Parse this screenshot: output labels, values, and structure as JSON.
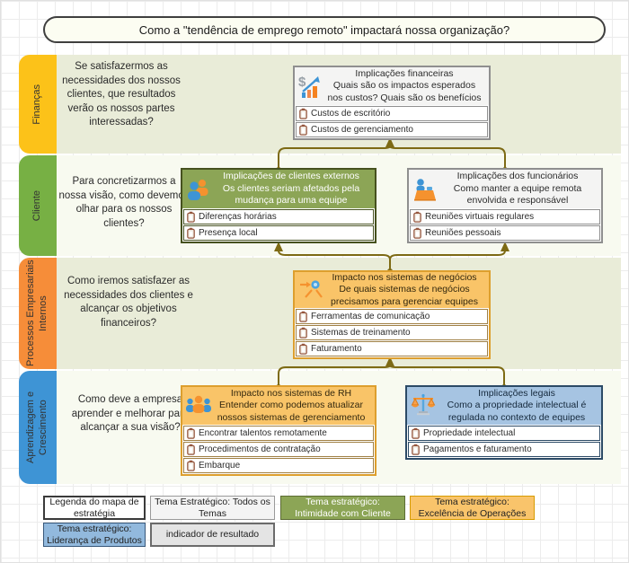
{
  "title": "Como a \"tendência de emprego remoto\" impactará nossa organização?",
  "rows": [
    {
      "label": "Finanças",
      "tab_color": "#FCC219",
      "question": "Se satisfazermos as necessidades dos nossos clientes, que resultados verão os nossos partes interessadas?"
    },
    {
      "label": "Cliente",
      "tab_color": "#77B044",
      "question": "Para concretizarmos a nossa visão, como devemos olhar para os nossos clientes?"
    },
    {
      "label": "Processos Empresariais Internos",
      "tab_color": "#F68D39",
      "question": "Como iremos satisfazer as necessidades dos clientes e alcançar os objetivos financeiros?"
    },
    {
      "label": "Aprendizagem e Crescimento",
      "tab_color": "#3E94D5",
      "question": "Como deve a empresa aprender e melhorar para alcançar a sua visão?"
    }
  ],
  "boxes": {
    "financeiras": {
      "title": "Implicações financeiras",
      "desc": "Quais são os impactos esperados nos custos? Quais são os benefícios",
      "icon": "finance-chart-icon",
      "theme": "all-themes-gray",
      "items": [
        "Custos de escritório",
        "Custos de gerenciamento"
      ]
    },
    "clientes_externos": {
      "title": "Implicações de clientes externos",
      "desc": "Os clientes seriam afetados pela mudança para uma equipe",
      "icon": "customers-icon",
      "theme": "customer-intimacy-green",
      "items": [
        "Diferenças horárias",
        "Presença local"
      ]
    },
    "funcionarios": {
      "title": "Implicações dos funcionários",
      "desc": "Como manter a equipe remota envolvida e responsável",
      "icon": "employee-desk-icon",
      "theme": "all-themes-gray",
      "items": [
        "Reuniões virtuais regulares",
        "Reuniões pessoais"
      ]
    },
    "negocios": {
      "title": "Impacto nos sistemas de negócios",
      "desc": "De quais sistemas de negócios precisamos para gerenciar equipes",
      "icon": "impact-icon",
      "theme": "operations-excellence-orange",
      "items": [
        "Ferramentas de comunicação",
        "Sistemas de treinamento",
        "Faturamento"
      ]
    },
    "rh": {
      "title": "Impacto nos sistemas de RH",
      "desc": "Entender como podemos atualizar nossos sistemas de gerenciamento",
      "icon": "hr-team-icon",
      "theme": "operations-excellence-orange",
      "items": [
        "Encontrar talentos remotamente",
        "Procedimentos de contratação",
        "Embarque"
      ]
    },
    "legais": {
      "title": "Implicações legais",
      "desc": "Como a propriedade intelectual é regulada no contexto de equipes",
      "icon": "legal-scales-icon",
      "theme": "product-leadership-blue",
      "items": [
        "Propriedade intelectual",
        "Pagamentos e faturamento"
      ]
    }
  },
  "legend": {
    "title_box": "Legenda do mapa de estratégia",
    "all_themes": "Tema Estratégico: Todos os Temas",
    "customer_intimacy": "Tema estratégico: Intimidade com Cliente",
    "operations_excellence": "Tema estratégico: Excelência de Operações",
    "product_leadership": "Tema estratégico: Liderança de Produtos",
    "result_indicator": "indicador de resultado"
  },
  "icons": {
    "item_marker": "kpi-indicator-icon",
    "financeiras": "finance-chart-icon",
    "clientes_externos": "customers-icon",
    "funcionarios": "employee-desk-icon",
    "negocios": "impact-icon",
    "rh": "hr-team-icon",
    "legais": "legal-scales-icon"
  },
  "colors": {
    "finance_tab": "#FCC219",
    "customer_tab": "#77B044",
    "process_tab": "#F68D39",
    "learning_tab": "#3E94D5",
    "theme_all": "#F4F4F3",
    "theme_customer": "#8CA556",
    "theme_operations": "#F9C468",
    "theme_product": "#A6C4E2",
    "arrow": "#7D6A14",
    "band_odd": "#E9ECD8",
    "band_even": "#F8FAF0"
  }
}
